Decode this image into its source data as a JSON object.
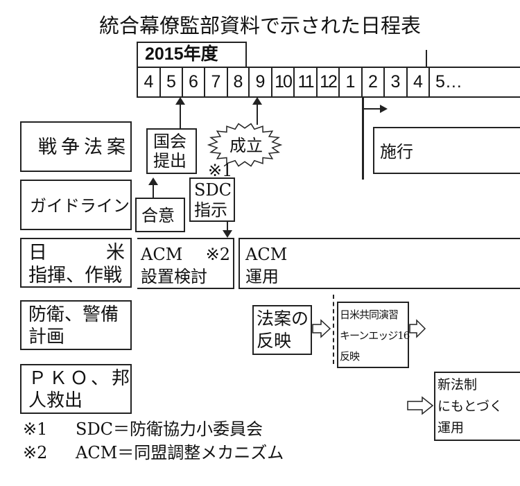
{
  "title": "統合幕僚監部資料で示された日程表",
  "fiscal_year": "2015年度",
  "months": [
    "4",
    "5",
    "6",
    "7",
    "8",
    "9",
    "10",
    "11",
    "12",
    "1",
    "2",
    "3",
    "4",
    "5…"
  ],
  "rows": [
    {
      "label": "戦争法案"
    },
    {
      "label": "ガイドライン"
    },
    {
      "label_line1_left": "日",
      "label_line1_right": "米",
      "label_line2": "指揮、作戦"
    },
    {
      "label_line1": "防衛、警備",
      "label_line2": "計画"
    },
    {
      "label_line1": "ＰＫＯ、邦",
      "label_line2": "人救出"
    }
  ],
  "events": {
    "submission": [
      "国会",
      "提出"
    ],
    "enacted": "成立",
    "enforcement": "施行",
    "agreement": "合意",
    "note1_mark": "※1",
    "sdc": [
      "SDC",
      "指示"
    ],
    "acm_study": [
      "ACM",
      "※2",
      "設置検討"
    ],
    "acm_operation": [
      "ACM",
      "運用"
    ],
    "bill_reflection": [
      "法案の",
      "反映"
    ],
    "keen_edge": [
      "日米共同演習",
      "キーンエッジ16",
      "反映"
    ],
    "new_law": [
      "新法制",
      "にもとづく",
      "運用"
    ]
  },
  "footnotes": [
    {
      "mark": "※1",
      "text": "SDC＝防衛協力小委員会"
    },
    {
      "mark": "※2",
      "text": "ACM＝同盟調整メカニズム"
    }
  ]
}
